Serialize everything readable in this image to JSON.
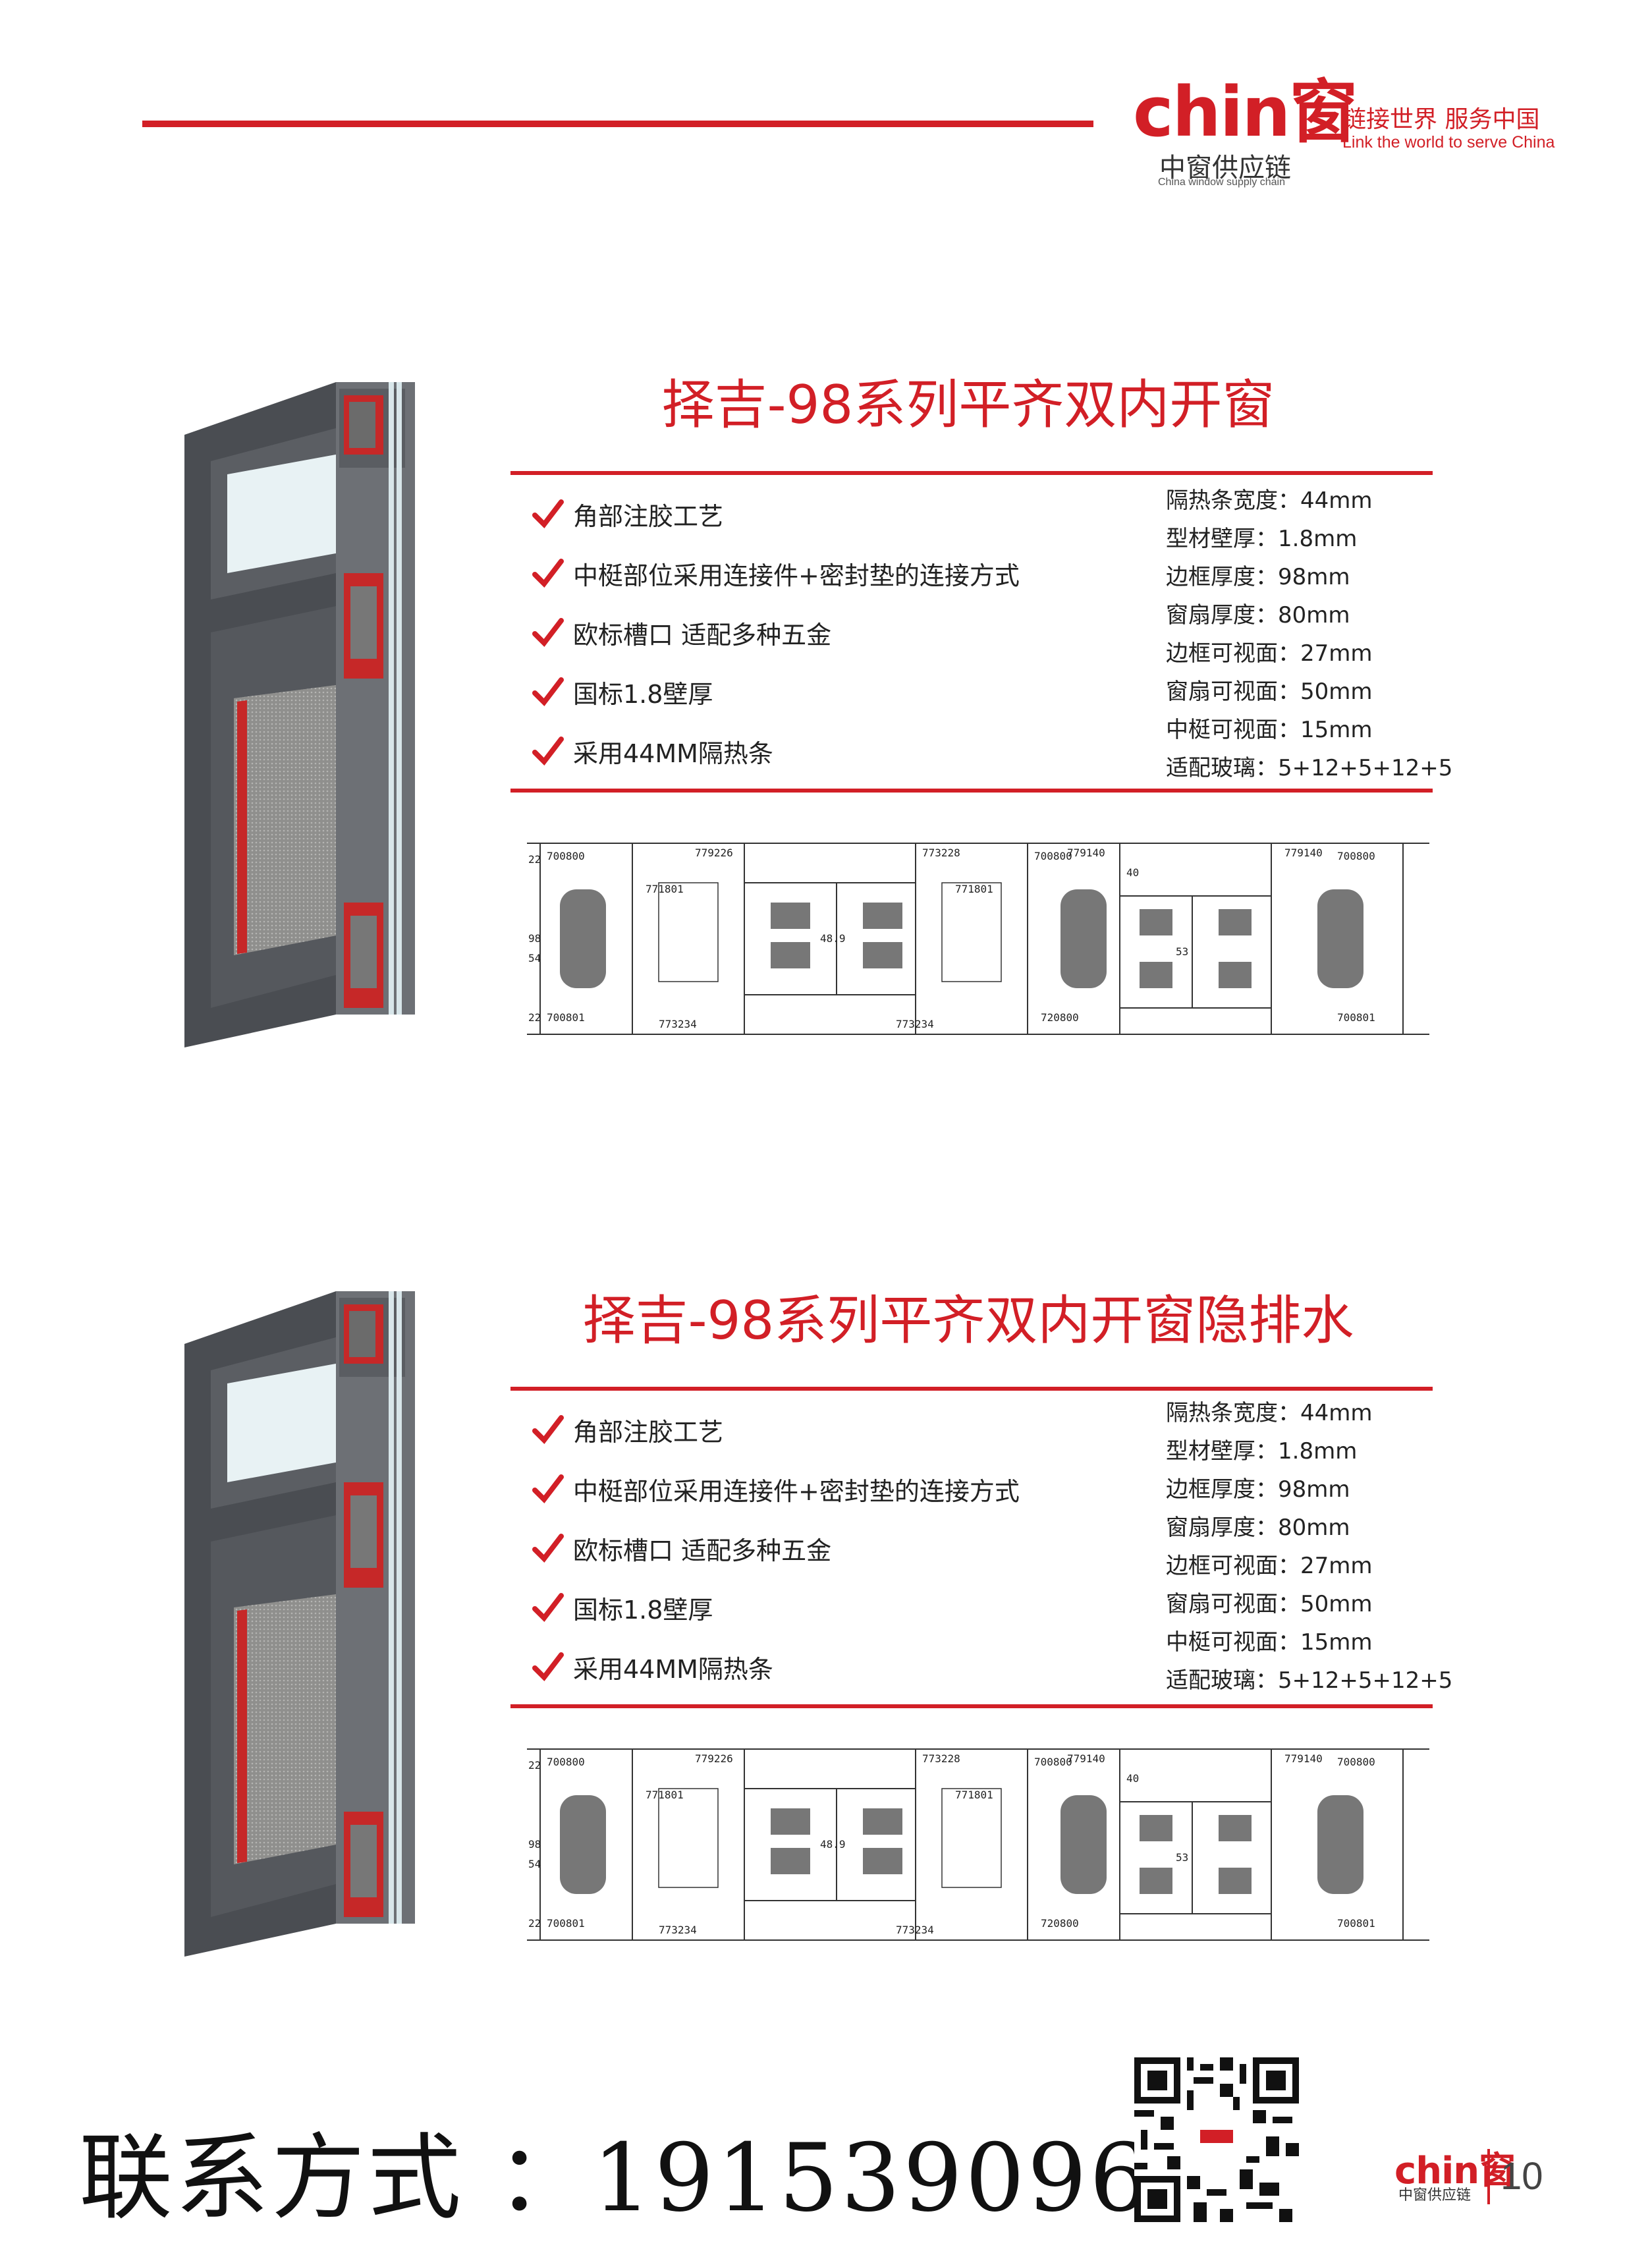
{
  "header": {
    "brand_word": "chin窗",
    "brand_cn": "中窗供应链",
    "brand_en": "China window supply chain",
    "slogan_cn": "链接世界  服务中国",
    "slogan_en": "Link the world to serve China",
    "accent_color": "#d21f26"
  },
  "products": [
    {
      "title": "择吉-98系列平齐双内开窗",
      "features": [
        "角部注胶工艺",
        "中梃部位采用连接件+密封垫的连接方式",
        "欧标槽口 适配多种五金",
        "国标1.8壁厚",
        "采用44MM隔热条"
      ],
      "specs": [
        "隔热条宽度：44mm",
        "型材壁厚：1.8mm",
        "边框厚度：98mm",
        "窗扇厚度：80mm",
        "边框可视面：27mm",
        "窗扇可视面：50mm",
        "中梃可视面：15mm",
        "适配玻璃：5+12+5+12+5"
      ],
      "diagram_labels": [
        "700800",
        "771801",
        "779226",
        "773228",
        "771801",
        "700800",
        "779140",
        "779140",
        "700800",
        "700801",
        "773234",
        "773234",
        "720800",
        "700801",
        "48.9",
        "53",
        "98",
        "54",
        "22",
        "22",
        "40"
      ]
    },
    {
      "title": "择吉-98系列平齐双内开窗隐排水",
      "features": [
        "角部注胶工艺",
        "中梃部位采用连接件+密封垫的连接方式",
        "欧标槽口 适配多种五金",
        "国标1.8壁厚",
        "采用44MM隔热条"
      ],
      "specs": [
        "隔热条宽度：44mm",
        "型材壁厚：1.8mm",
        "边框厚度：98mm",
        "窗扇厚度：80mm",
        "边框可视面：27mm",
        "窗扇可视面：50mm",
        "中梃可视面：15mm",
        "适配玻璃：5+12+5+12+5"
      ],
      "diagram_labels": [
        "700800",
        "771801",
        "779226",
        "773228",
        "771801",
        "700800",
        "779140",
        "779140",
        "700800",
        "700801",
        "773234",
        "773234",
        "720800",
        "700801",
        "48.9",
        "53",
        "98",
        "54",
        "22",
        "22",
        "40"
      ]
    }
  ],
  "footer": {
    "contact": "联系方式 ：19153909699",
    "brand_word": "chin窗",
    "brand_cn": "中窗供应链",
    "page_number": "10"
  }
}
